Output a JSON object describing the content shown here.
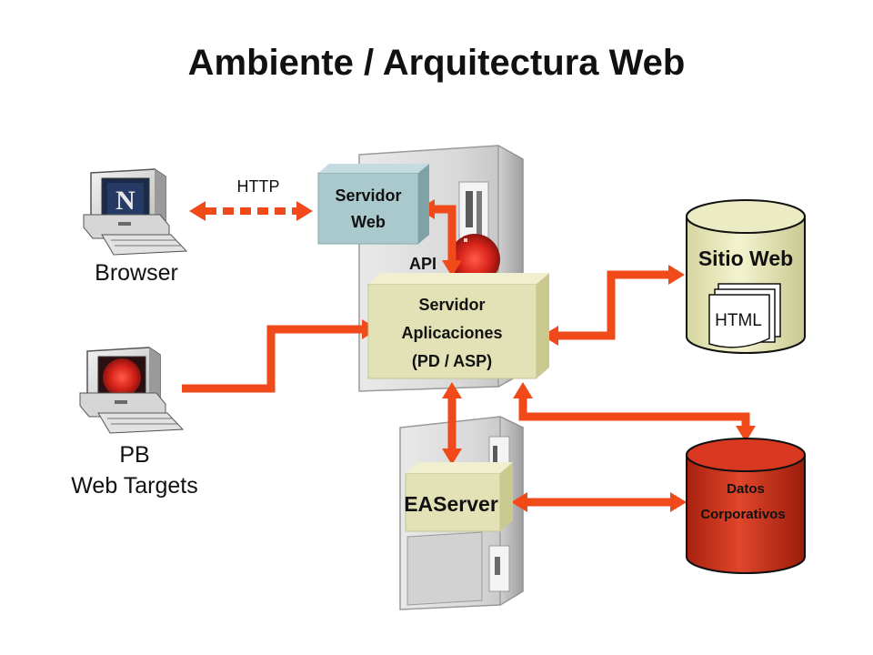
{
  "title": "Ambiente / Arquitectura Web",
  "clients": {
    "browser_label": "Browser",
    "pb_label_line1": "PB",
    "pb_label_line2": "Web Targets"
  },
  "connections": {
    "http_label": "HTTP",
    "api_label": "API"
  },
  "servers": {
    "web_server_line1": "Servidor",
    "web_server_line2": "Web",
    "app_server_line1": "Servidor",
    "app_server_line2": "Aplicaciones",
    "app_server_line3": "(PD / ASP)",
    "easerver_label": "EAServer"
  },
  "stores": {
    "website_label": "Sitio Web",
    "html_label": "HTML",
    "corporate_data_line1": "Datos",
    "corporate_data_line2": "Corporativos"
  },
  "colors": {
    "arrow": "#f04a1a",
    "web_server_box": "#a9c9cc",
    "app_server_box": "#e2e2b6",
    "website_cylinder": "#e6e6b6",
    "corporate_cylinder": "#d4321c"
  },
  "icons": [
    "netscape-monitor-icon",
    "pb-monitor-icon",
    "server-tower-icon"
  ]
}
